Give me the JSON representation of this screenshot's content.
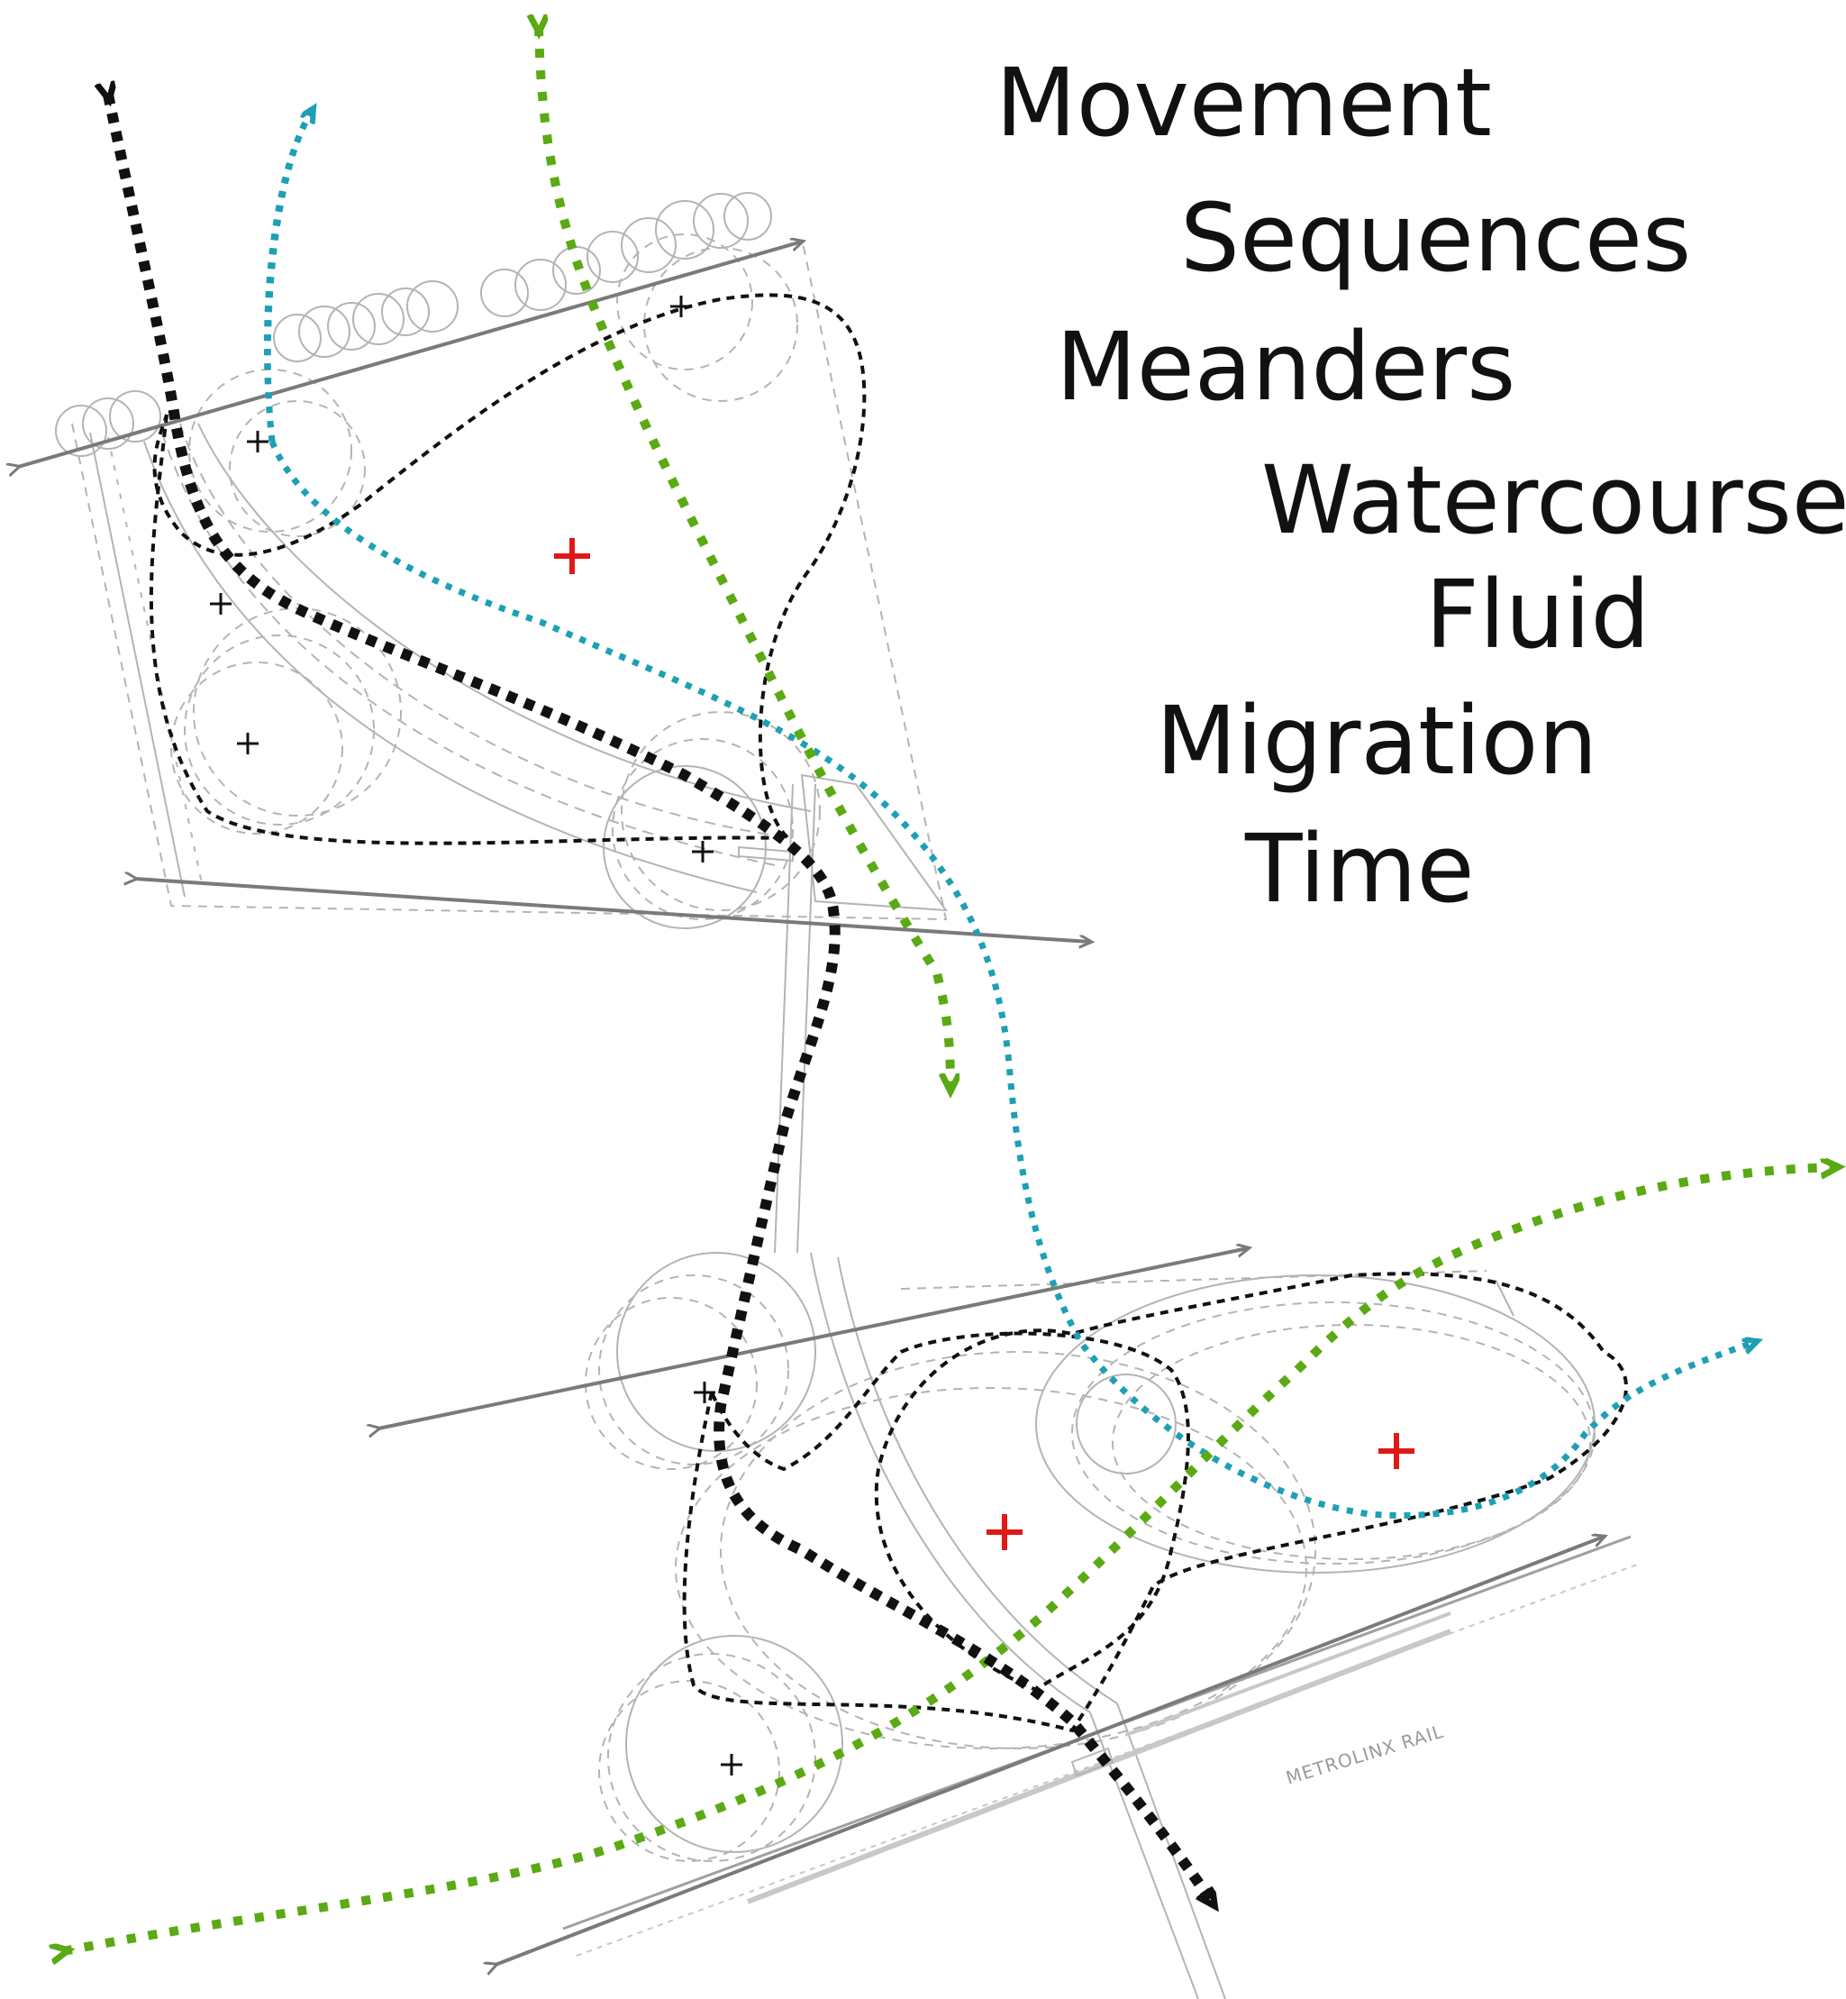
{
  "words": [
    "Movement",
    "Sequences",
    "Meanders",
    "Watercourses",
    "Fluid",
    "Migration",
    "Time"
  ],
  "rail_label": "METROLINX RAIL",
  "colors": {
    "black_path": "#111111",
    "green_path": "#5aaa14",
    "teal_path": "#1ea0b4",
    "gray_axis": "#7a7a7a",
    "red_cross": "#e01818",
    "sketch_line": "#b4b4b4"
  }
}
